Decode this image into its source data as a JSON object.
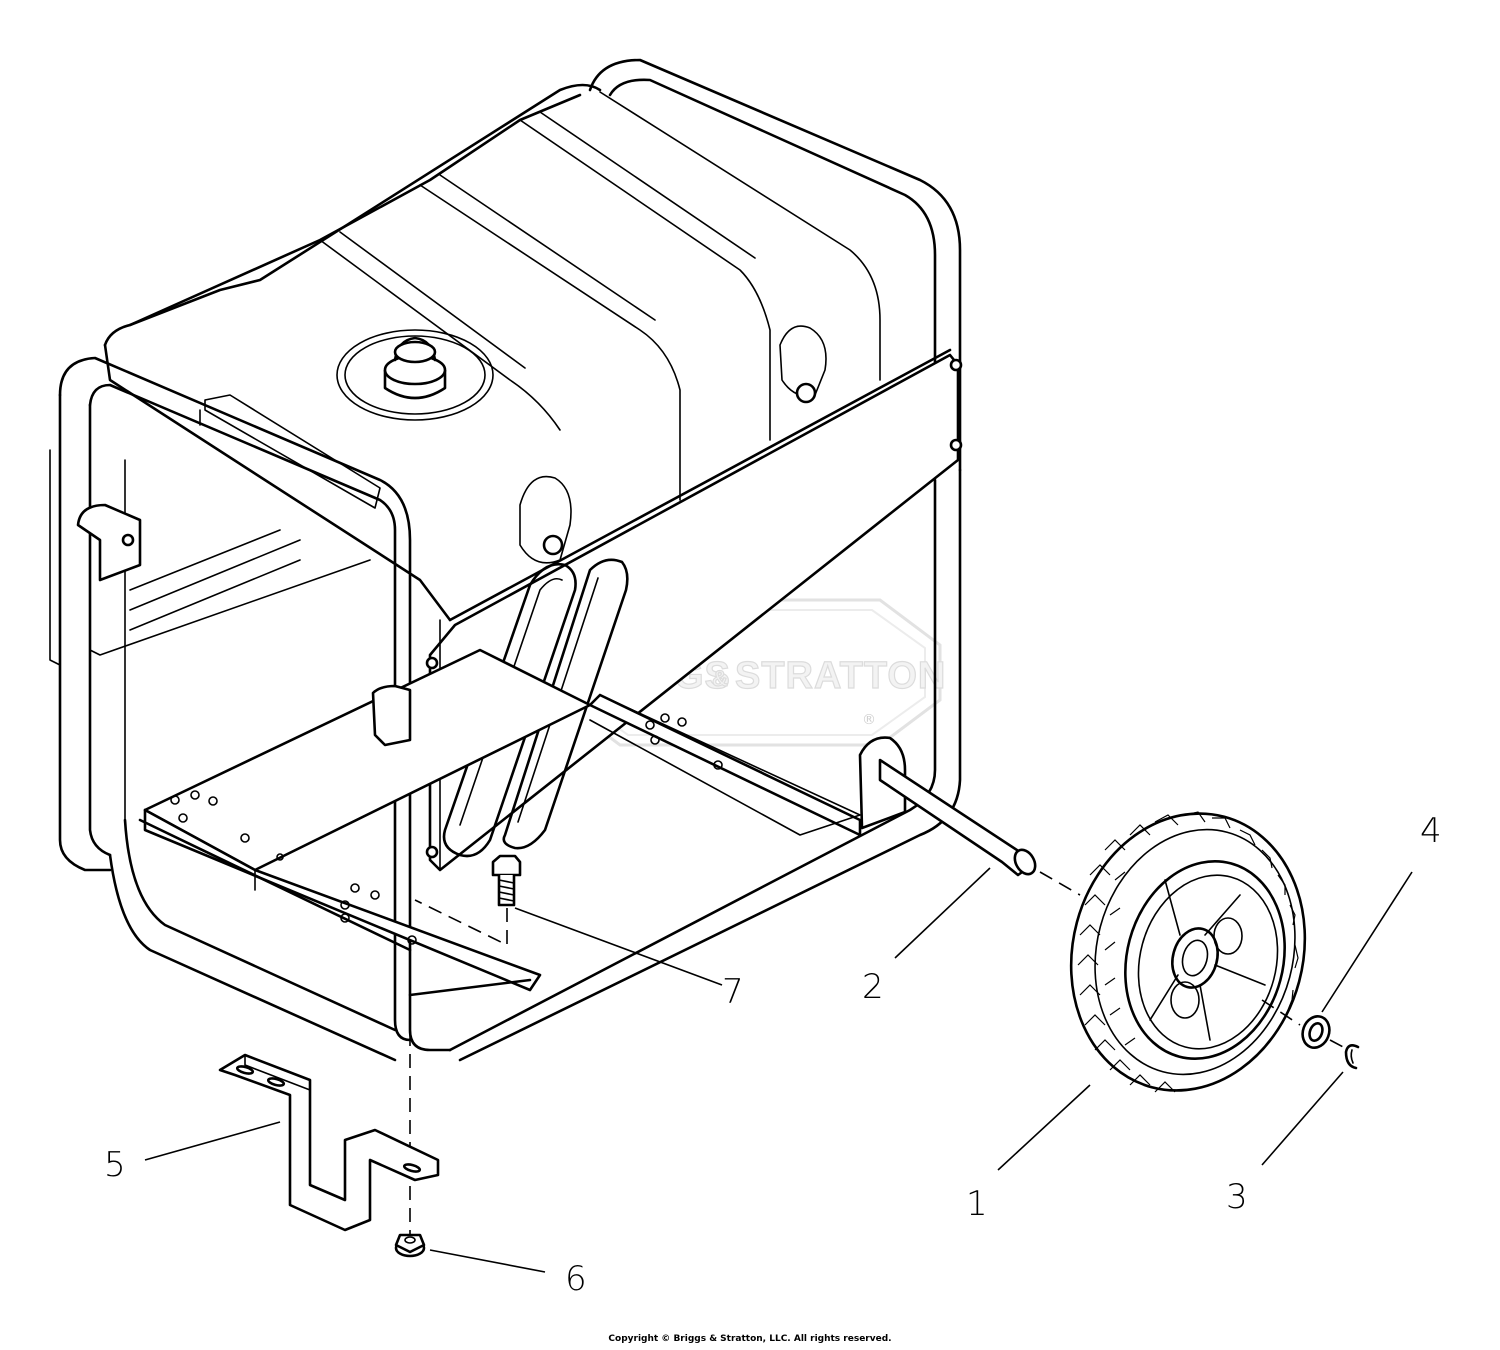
{
  "watermark": {
    "brand_left": "BRIGGS",
    "brand_amp": "&",
    "brand_right": "STRATTON",
    "reg": "®"
  },
  "callouts": [
    {
      "id": "1",
      "part": "wheel"
    },
    {
      "id": "2",
      "part": "axle"
    },
    {
      "id": "3",
      "part": "e-clip"
    },
    {
      "id": "4",
      "part": "washer"
    },
    {
      "id": "5",
      "part": "foot bracket"
    },
    {
      "id": "6",
      "part": "flange nut"
    },
    {
      "id": "7",
      "part": "bolt"
    }
  ],
  "copyright": "Copyright © Briggs & Stratton, LLC. All rights reserved."
}
